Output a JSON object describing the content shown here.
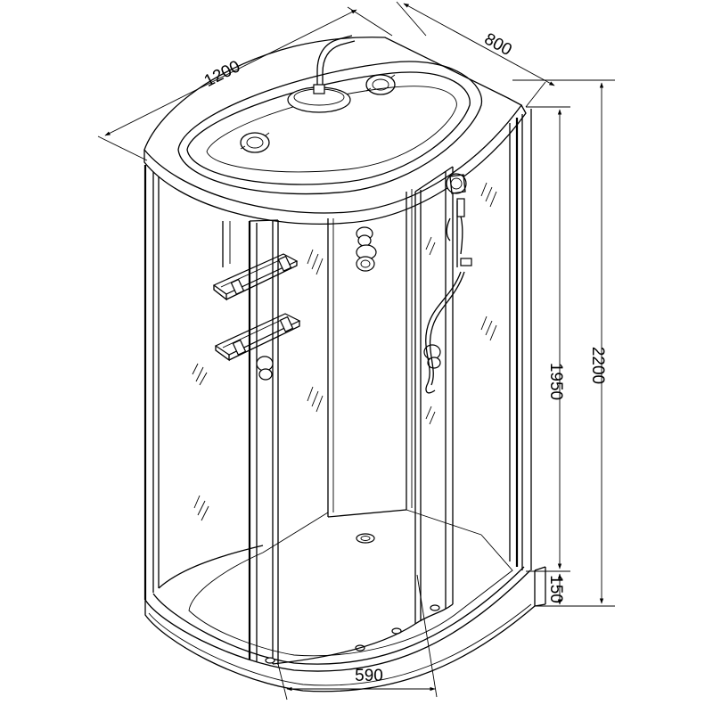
{
  "dimensions": {
    "width_label": "1200",
    "depth_label": "800",
    "cabin_height_label": "1950",
    "total_height_label": "2200",
    "tray_height_label": "150",
    "door_width_label": "590"
  }
}
